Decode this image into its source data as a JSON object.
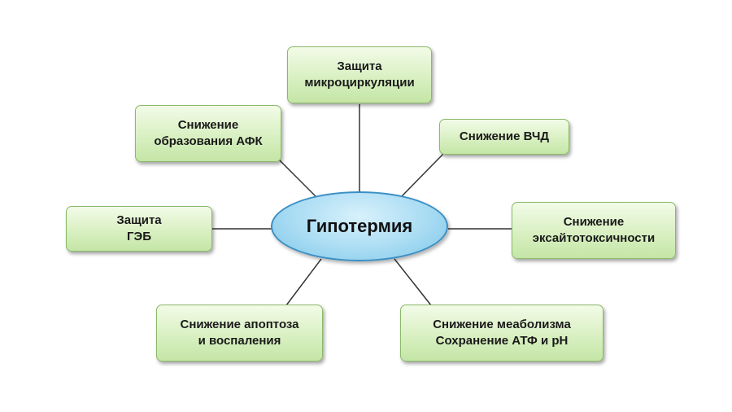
{
  "center": {
    "label": "Гипотермия"
  },
  "nodes": [
    {
      "id": "microcirculation",
      "label": "Защита\nмикроциркуляции"
    },
    {
      "id": "afk",
      "label": "Снижение\nобразования АФК"
    },
    {
      "id": "vchd",
      "label": "Снижение ВЧД"
    },
    {
      "id": "geb",
      "label": "Защита\nГЭБ"
    },
    {
      "id": "excitotoxicity",
      "label": "Снижение\nэксайтотоксичности"
    },
    {
      "id": "apoptosis",
      "label": "Снижение апоптоза\nи воспаления"
    },
    {
      "id": "metabolism",
      "label": "Снижение меаболизма\nСохранение АТФ и рН"
    }
  ],
  "colors": {
    "box_fill": "#d9f0c2",
    "box_border": "#8ab96a",
    "center_fill": "#a9dcf3",
    "center_border": "#3b8fc4",
    "connector": "#333333"
  }
}
